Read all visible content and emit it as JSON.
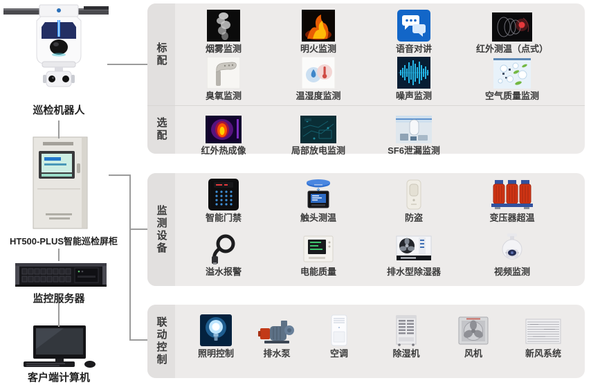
{
  "left_column": {
    "devices": [
      {
        "label": "巡检机器人",
        "icon": "rail-inspection-robot"
      },
      {
        "label": "HT500-PLUS智能巡检屏柜",
        "icon": "inspection-cabinet"
      },
      {
        "label": "监控服务器",
        "icon": "rack-server"
      },
      {
        "label": "客户端计算机",
        "icon": "client-computer"
      }
    ]
  },
  "sections": {
    "standard": {
      "label": "标配",
      "items": [
        {
          "label": "烟雾监测",
          "icon": "smoke-monitor"
        },
        {
          "label": "明火监测",
          "icon": "flame-monitor"
        },
        {
          "label": "语音对讲",
          "icon": "voice-intercom"
        },
        {
          "label": "红外测温（点式）",
          "icon": "ir-spot-temp"
        },
        {
          "label": "臭氧监测",
          "icon": "ozone-monitor"
        },
        {
          "label": "温湿度监测",
          "icon": "temp-humidity-monitor"
        },
        {
          "label": "噪声监测",
          "icon": "noise-monitor"
        },
        {
          "label": "空气质量监测",
          "icon": "air-quality-monitor"
        }
      ]
    },
    "optional": {
      "label": "选配",
      "items": [
        {
          "label": "红外热成像",
          "icon": "thermal-imaging"
        },
        {
          "label": "局部放电监测",
          "icon": "partial-discharge-monitor"
        },
        {
          "label": "SF6泄漏监测",
          "icon": "sf6-leak-monitor"
        }
      ]
    },
    "monitoring": {
      "label": "监测设备",
      "items": [
        {
          "label": "智能门禁",
          "icon": "access-control"
        },
        {
          "label": "触头测温",
          "icon": "contact-temp"
        },
        {
          "label": "防盗",
          "icon": "anti-theft-sensor"
        },
        {
          "label": "变压器超温",
          "icon": "transformer-overtemp"
        },
        {
          "label": "溢水报警",
          "icon": "water-overflow-alarm"
        },
        {
          "label": "电能质量",
          "icon": "power-quality-meter"
        },
        {
          "label": "排水型除湿器",
          "icon": "drainage-dehumidifier"
        },
        {
          "label": "视频监测",
          "icon": "video-camera"
        }
      ]
    },
    "control": {
      "label": "联动控制",
      "items": [
        {
          "label": "照明控制",
          "icon": "lighting-control"
        },
        {
          "label": "排水泵",
          "icon": "drain-pump"
        },
        {
          "label": "空调",
          "icon": "air-conditioner"
        },
        {
          "label": "除湿机",
          "icon": "dehumidifier"
        },
        {
          "label": "风机",
          "icon": "exhaust-fan"
        },
        {
          "label": "新风系统",
          "icon": "fresh-air-system"
        }
      ]
    }
  },
  "colors": {
    "panel_bg": "#EDEBEA",
    "strip_bg": "#E2E0DF",
    "connector": "#9b9b9b",
    "caption_text": "#3b3b3b"
  }
}
